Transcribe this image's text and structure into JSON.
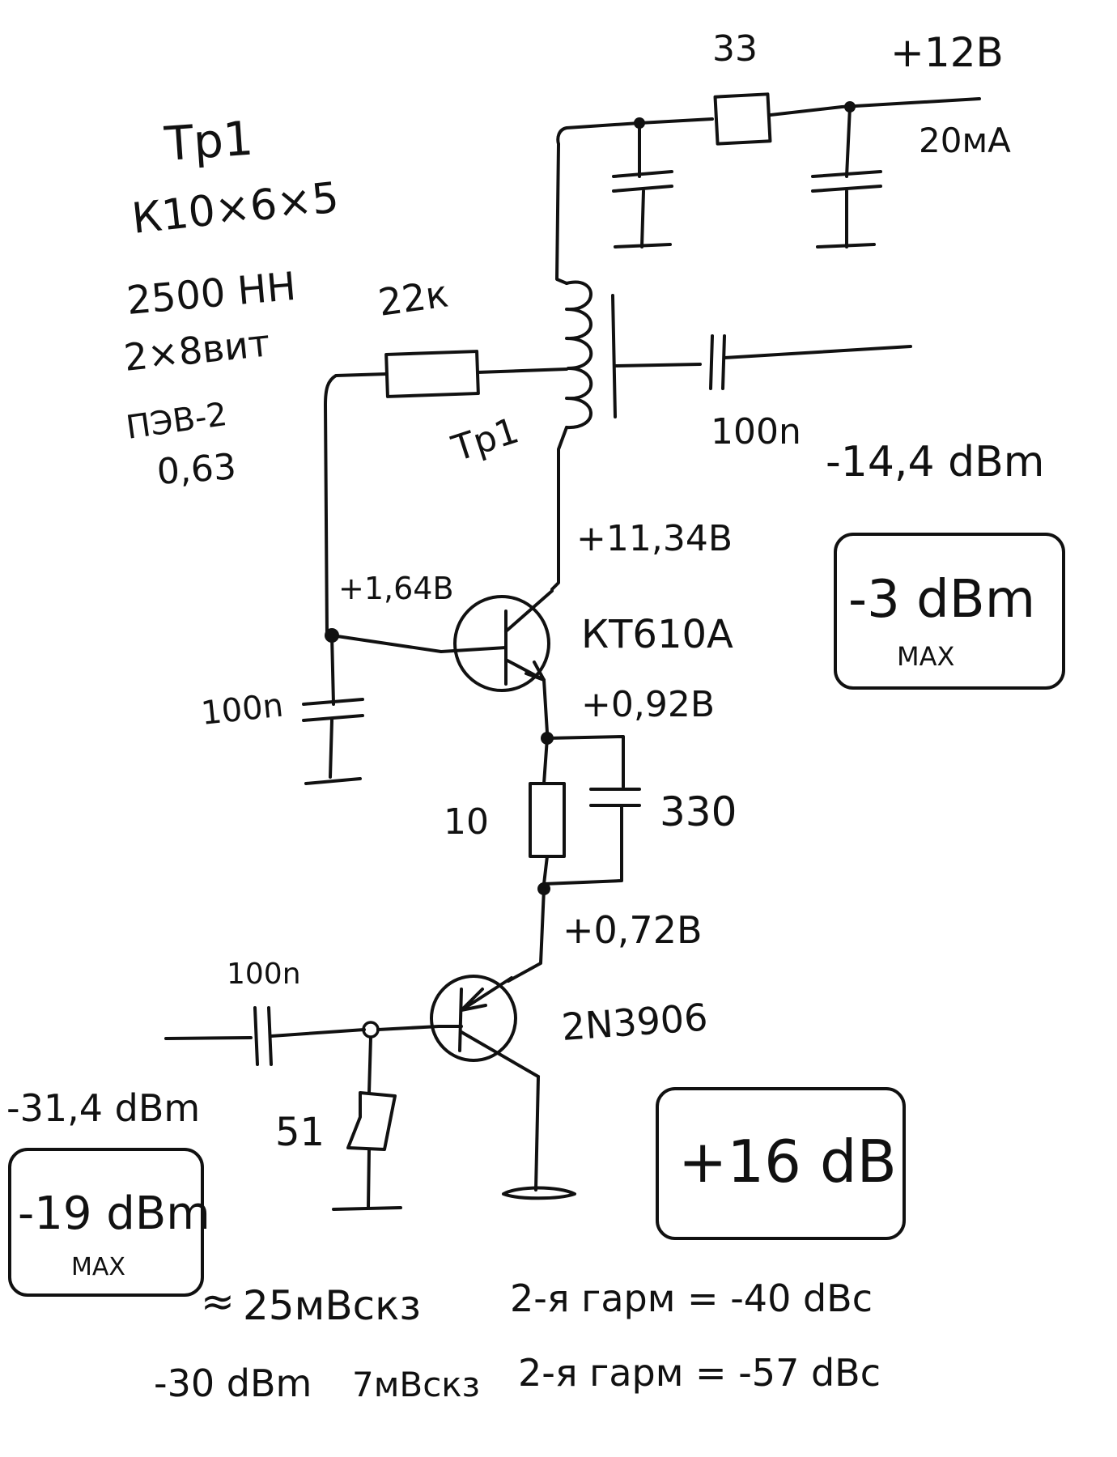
{
  "transformer_spec": {
    "title": "Тр1",
    "core": "К10×6×5",
    "material": "2500 НН",
    "turns": "2×8вит",
    "wire": "ПЭВ-2",
    "diameter": "0,63"
  },
  "components": {
    "r_supply": "33",
    "supply_voltage": "+12В",
    "supply_current": "20мА",
    "r_feedback": "22к",
    "transformer_label": "Тр1",
    "c_out": "100n",
    "c_base": "100n",
    "q1": "КТ610А",
    "r_emitter": "10",
    "c_emitter": "330",
    "q2": "2N3906",
    "c_in": "100n",
    "r_in": "51"
  },
  "voltages": {
    "collector": "+11,34В",
    "base": "+1,64В",
    "emitter": "+0,92В",
    "q2_emitter": "+0,72В"
  },
  "levels": {
    "output": "-14,4 dBm",
    "output_max": "-3 dBm",
    "output_max_note": "MAX",
    "input": "-31,4 dBm",
    "input_max": "-19 dBm",
    "input_max_note": "MAX",
    "gain": "+16 dB"
  },
  "notes": {
    "line1_equiv": "≈",
    "line1_rms": "25мВскз",
    "line1_harm": "2-я гарм = -40 dBc",
    "line2_level": "-30 dBm",
    "line2_rms": "7мВскз",
    "line2_harm": "2-я гарм = -57 dBc"
  }
}
